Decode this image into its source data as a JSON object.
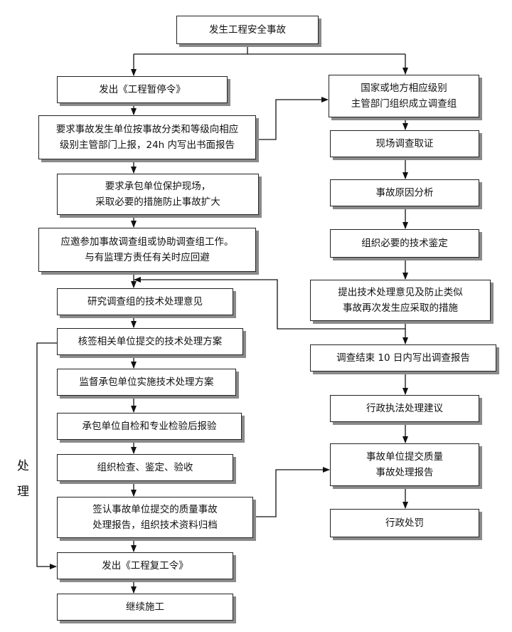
{
  "nodes": {
    "start": [
      "发生工程安全事故"
    ],
    "halt_order": [
      "发出《工程暂停令》"
    ],
    "report": [
      "要求事故发生单位按事故分类和等级向相应",
      "级别主管部门上报，24h 内写出书面报告"
    ],
    "protect_site": [
      "要求承包单位保护现场，",
      "采取必要的措施防止事故扩大"
    ],
    "join_investigation": [
      "应邀参加事故调查组或协助调查组工作。",
      "与有监理方责任有关时应回避"
    ],
    "study_opinion": [
      "研究调查组的技术处理意见"
    ],
    "countersign_plan": [
      "核签相关单位提交的技术处理方案"
    ],
    "supervise_plan": [
      "监督承包单位实施技术处理方案"
    ],
    "self_check": [
      "承包单位自检和专业检验后报验"
    ],
    "inspect_accept": [
      "组织检查、鉴定、验收"
    ],
    "sign_report": [
      "签认事故单位提交的质量事故",
      "处理报告，组织技术资料归档"
    ],
    "resume_order": [
      "发出《工程复工令》"
    ],
    "continue_work": [
      "继续施工"
    ],
    "form_team": [
      "国家或地方相应级别",
      "主管部门组织成立调查组"
    ],
    "evidence": [
      "现场调查取证"
    ],
    "cause_analysis": [
      "事故原因分析"
    ],
    "tech_appraisal": [
      "组织必要的技术鉴定"
    ],
    "measures": [
      "提出技术处理意见及防止类似",
      "事故再次发生应采取的措施"
    ],
    "final_report": [
      "调查结束 10 日内写出调查报告"
    ],
    "admin_advice": [
      "行政执法处理建议"
    ],
    "quality_report": [
      "事故单位提交质量",
      "事故处理报告"
    ],
    "penalty": [
      "行政处罚"
    ]
  },
  "side_label": {
    "char1": "处",
    "char2": "理"
  }
}
